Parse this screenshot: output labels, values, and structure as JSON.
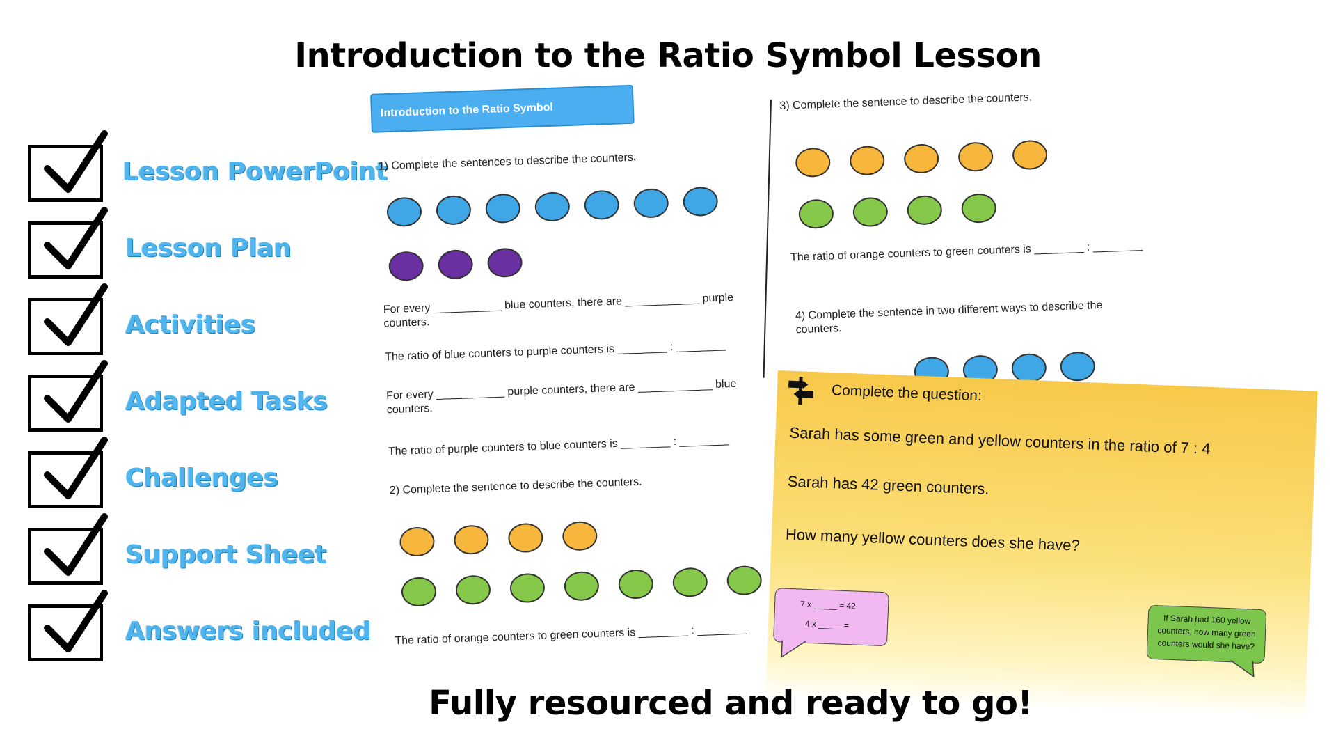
{
  "title": "Introduction to the Ratio Symbol Lesson",
  "footer": "Fully resourced and ready to go!",
  "accent_color": "#4fb3ec",
  "checklist": [
    {
      "label": "Lesson PowerPoint"
    },
    {
      "label": "Lesson Plan"
    },
    {
      "label": "Activities"
    },
    {
      "label": "Adapted Tasks"
    },
    {
      "label": "Challenges"
    },
    {
      "label": "Support Sheet"
    },
    {
      "label": "Answers included"
    }
  ],
  "worksheet": {
    "header": "Introduction to the Ratio Symbol",
    "q1": {
      "prompt": "1)   Complete the sentences to describe the counters.",
      "blue_count": 7,
      "purple_count": 3,
      "s1a": "For every ___________ blue counters, there are ____________ purple",
      "s1b": "counters.",
      "s2": "The ratio of blue counters to purple counters is ________ : ________",
      "s3a": "For every ___________ purple counters, there are ____________ blue",
      "s3b": "counters.",
      "s4": "The ratio of purple counters to blue counters is ________ : ________"
    },
    "q2": {
      "prompt": "2) Complete the sentence to describe the counters.",
      "orange_count": 4,
      "green_count": 7,
      "s1": "The ratio of orange counters to green counters is ________ : ________"
    },
    "q3": {
      "prompt": "3) Complete the sentence to describe the counters.",
      "orange_count": 5,
      "green_count": 4,
      "s1": "The ratio of orange counters to green counters is ________ : ________"
    },
    "q4": {
      "prompt_a": "4) Complete the sentence in two different ways to describe the",
      "prompt_b": "counters.",
      "blue_visible": 4
    }
  },
  "card": {
    "heading": "Complete the question:",
    "line1": "Sarah has some green and yellow counters in the ratio of 7 : 4",
    "line2": "Sarah has 42 green counters.",
    "line3": "How many yellow counters does she have?",
    "hint1": "7 x _____ = 42",
    "hint2": "4 x _____ =",
    "challenge_line1": "If Sarah had 160 yellow",
    "challenge_line2": "counters, how many green",
    "challenge_line3": "counters would she have?"
  }
}
